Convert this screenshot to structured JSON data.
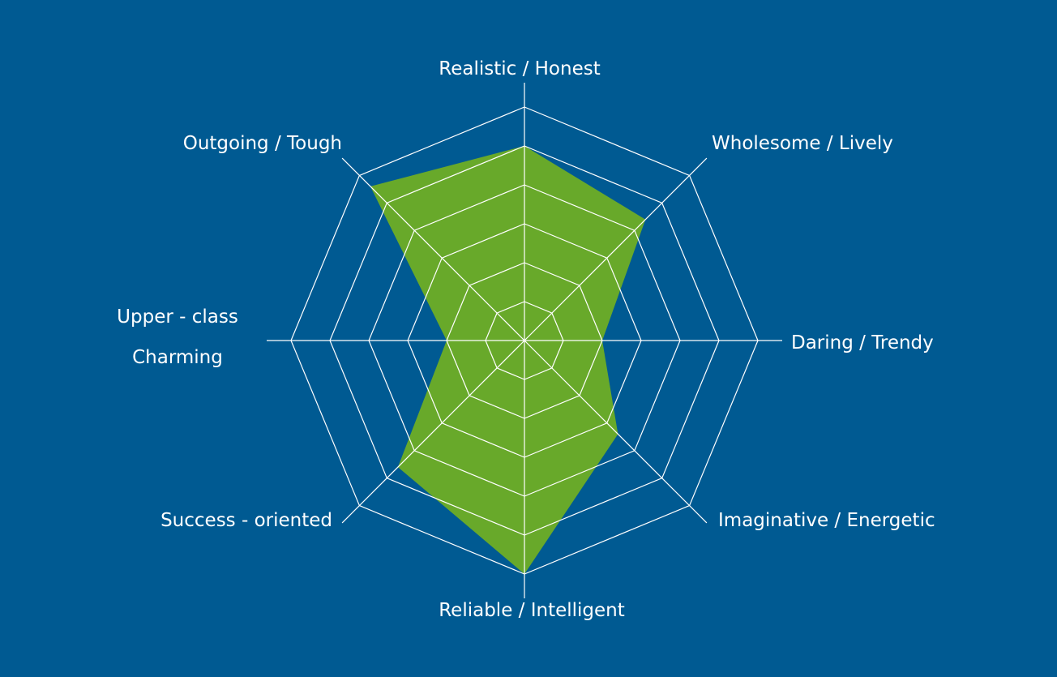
{
  "chart_data": {
    "type": "radar",
    "title": "",
    "max": 6,
    "levels": [
      1,
      2,
      3,
      4,
      5,
      6
    ],
    "axes": [
      "Realistic / Honest",
      "Wholesome / Lively",
      "Daring / Trendy",
      "Imaginative / Energetic",
      "Reliable / Intelligent",
      "Success - oriented",
      "Upper - class Charming",
      "Outgoing / Tough"
    ],
    "series": [
      {
        "values": [
          5.0,
          4.4,
          2.0,
          3.4,
          6.0,
          4.6,
          2.0,
          5.6
        ]
      }
    ],
    "colors": {
      "background": "#005A92",
      "grid": "#FFFFFF",
      "fill": "#68A92A",
      "label": "#FFFFFF"
    }
  },
  "labels": {
    "top": "Realistic / Honest",
    "top_right": "Wholesome / Lively",
    "right": "Daring / Trendy",
    "bottom_right": "Imaginative / Energetic",
    "bottom": "Reliable / Intelligent",
    "bottom_left": "Success - oriented",
    "left_line1": "Upper - class",
    "left_line2": "Charming",
    "top_left": "Outgoing / Tough"
  }
}
